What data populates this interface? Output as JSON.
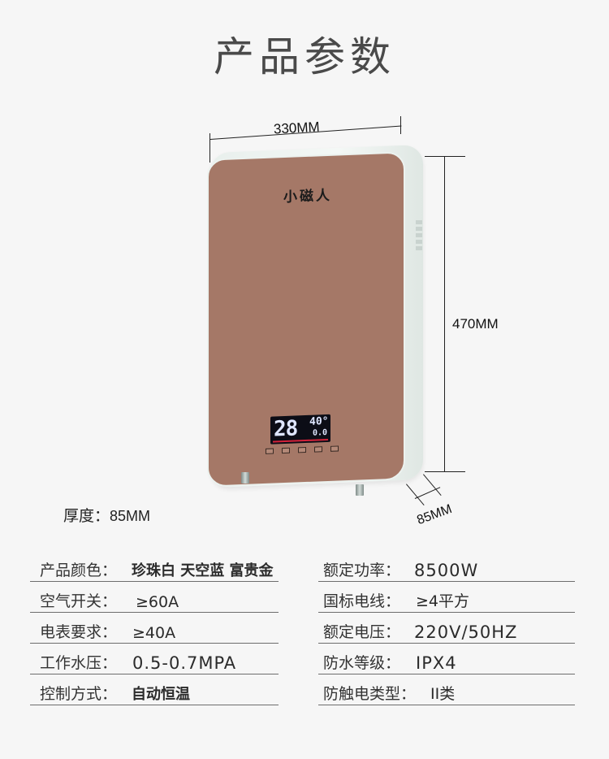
{
  "title": "产品参数",
  "dimensions": {
    "width": "330MM",
    "height": "470MM",
    "depth": "85MM"
  },
  "product": {
    "brand": "小磁人",
    "display": {
      "main_temp": "28",
      "set_temp": "40°",
      "flow": "0.0"
    }
  },
  "thickness": {
    "label": "厚度：",
    "value": "85MM"
  },
  "specs_left": [
    {
      "label": "产品颜色：",
      "value": "珍珠白 天空蓝 富贵金"
    },
    {
      "label": "空气开关：",
      "value": "≥60A"
    },
    {
      "label": "电表要求：",
      "value": "≥40A"
    },
    {
      "label": "工作水压：",
      "value": "0.5-0.7MPA"
    },
    {
      "label": "控制方式：",
      "value": "自动恒温"
    }
  ],
  "specs_right": [
    {
      "label": "额定功率：",
      "value": "8500W"
    },
    {
      "label": "国标电线：",
      "value": "≥4平方"
    },
    {
      "label": "额定电压：",
      "value": "220V/50HZ"
    },
    {
      "label": "防水等级：",
      "value": "IPX4"
    },
    {
      "label": "防触电类型：",
      "value": "II类"
    }
  ],
  "colors": {
    "background": "#f6f6f6",
    "panel": "#a57867",
    "frame": "#ecf2ef",
    "text": "#333333"
  }
}
